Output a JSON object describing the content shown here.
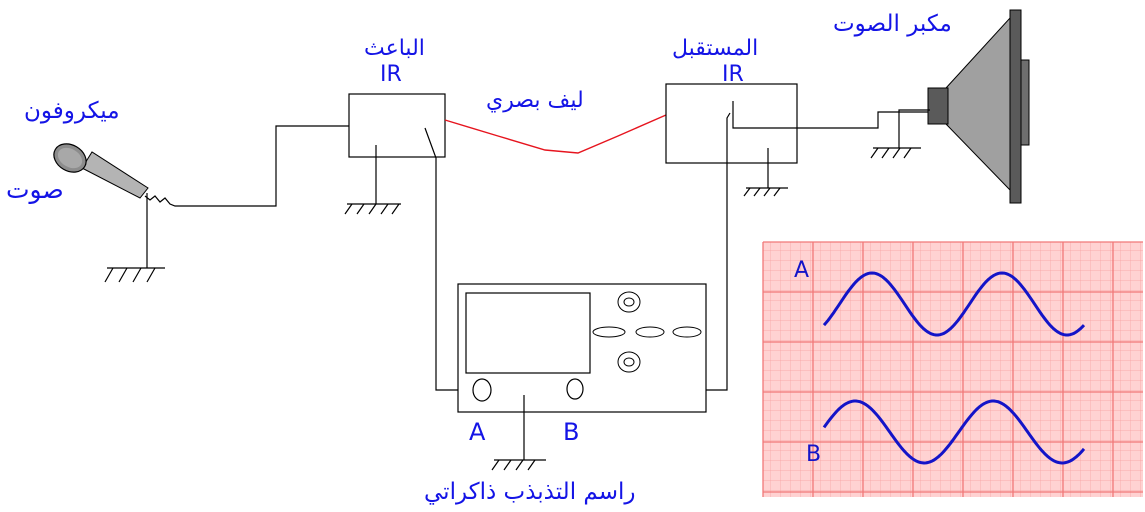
{
  "labels": {
    "microphone": "ميكروفون",
    "sound": "صوت",
    "transmitter": "الباعث",
    "transmitter_code": "IR",
    "receiver": "المستقبل",
    "receiver_code": "IR",
    "optical_fiber": "ليف بصري",
    "speaker": "مكبر الصوت",
    "oscilloscope": "راسم التذبذب ذاكراتي",
    "channel_a_input": "A",
    "channel_b_input": "B",
    "trace_a": "A",
    "trace_b": "B"
  },
  "colors": {
    "text": "#1414e6",
    "wire": "#000000",
    "fiber": "#e6141e",
    "grid_background": "#ffd2d2",
    "grid_lines": "#f07878",
    "trace": "#1414c8",
    "microphone_head": "#8c8c8c",
    "speaker_cone": "#a0a0a0",
    "speaker_frame": "#5a5a5a"
  }
}
